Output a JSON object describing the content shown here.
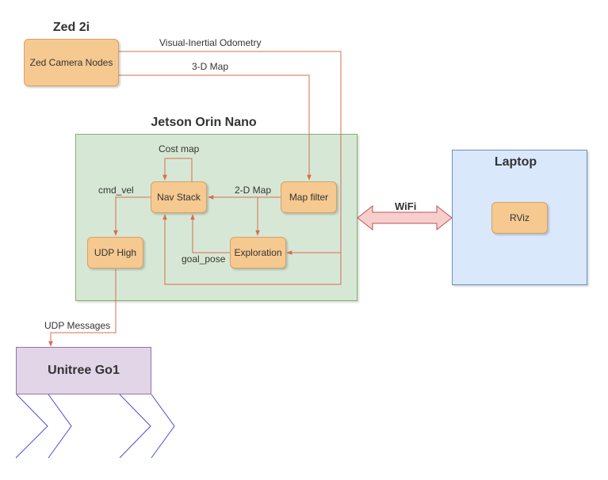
{
  "colors": {
    "node_fill": "#f5c990",
    "node_stroke": "#d6a067",
    "edge": "#d96c4f",
    "jetson_fill": "#d6e8d5",
    "jetson_stroke": "#82b366",
    "laptop_fill": "#dae8fc",
    "laptop_stroke": "#6c8ebf",
    "robot_fill": "#e1d5e7",
    "robot_stroke": "#9673a6",
    "legs": "#4a4adc",
    "wifi_fill": "#f8cecc",
    "wifi_stroke": "#b85450"
  },
  "groups": {
    "zed": {
      "title": "Zed 2i"
    },
    "jetson": {
      "title": "Jetson Orin Nano"
    },
    "laptop": {
      "title": "Laptop"
    }
  },
  "nodes": {
    "zed_camera_nodes": "Zed Camera Nodes",
    "nav_stack": "Nav Stack",
    "map_filter": "Map filter",
    "udp_high": "UDP High",
    "exploration": "Exploration",
    "rviz": "RViz",
    "unitree": "Unitree Go1"
  },
  "edges": {
    "visual_inertial_odometry": "Visual-Inertial Odometry",
    "map_3d": "3-D Map",
    "cost_map": "Cost map",
    "cmd_vel": "cmd_vel",
    "map_2d": "2-D Map",
    "goal_pose": "goal_pose",
    "udp_messages": "UDP Messages",
    "wifi": "WiFi"
  }
}
